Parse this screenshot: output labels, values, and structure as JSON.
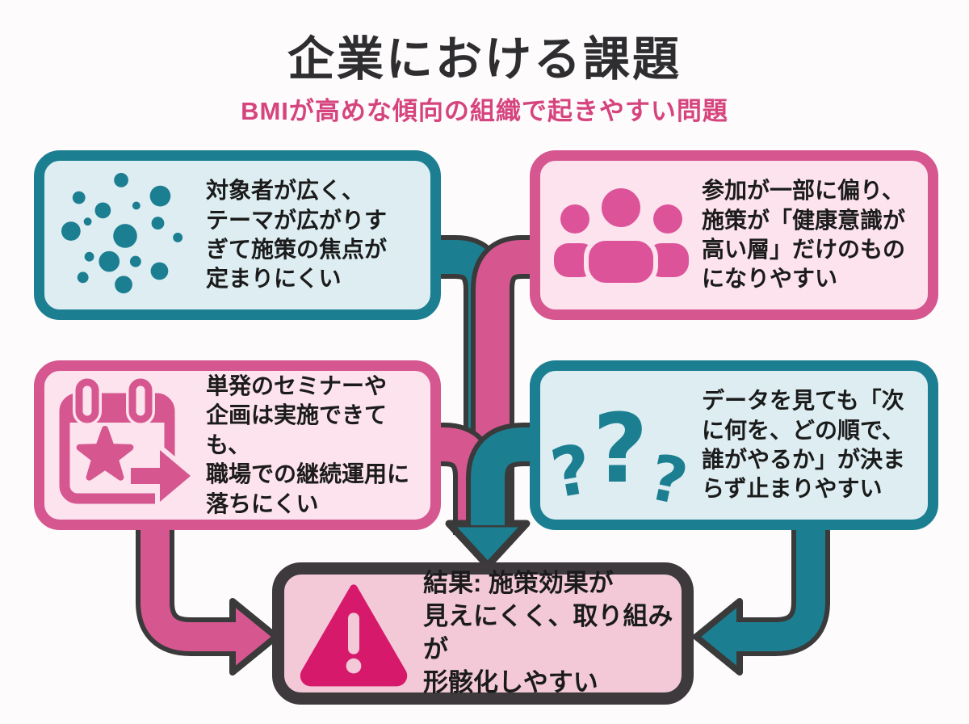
{
  "header": {
    "title": "企業における課題",
    "subtitle": "BMIが高めな傾向の組織で起きやすい問題"
  },
  "boxes": {
    "focus": {
      "icon": "scatter-dots-icon",
      "theme": "teal",
      "text": "対象者が広く、\nテーマが広がりす\nぎて施策の焦点が\n定まりにくい"
    },
    "participation": {
      "icon": "people-group-icon",
      "theme": "pink",
      "text": "参加が一部に偏り、\n施策が「健康意識が\n高い層」だけのもの\nになりやすい"
    },
    "continuity": {
      "icon": "calendar-event-icon",
      "theme": "pink",
      "text": "単発のセミナーや\n企画は実施できても、\n職場での継続運用に\n落ちにくい"
    },
    "decision": {
      "icon": "question-marks-icon",
      "theme": "teal",
      "text": "データを見ても「次\nに何を、どの順で、\n誰がやるか」が決ま\nらず止まりやすい"
    },
    "result": {
      "icon": "warning-triangle-icon",
      "theme": "result",
      "text": "結果: 施策効果が\n見えにくく、取り組みが\n形骸化しやすい"
    }
  },
  "colors": {
    "teal": "#1b7f91",
    "teal_bg": "#ddedf1",
    "pink": "#d6568f",
    "pink_bg": "#fce3ed",
    "subtitle_pink": "#d6447e",
    "result_border": "#3d393c",
    "result_bg": "#f3c9d7",
    "warning": "#d6196b",
    "arrow_outline": "#3a3a3a",
    "text": "#1b1b1b",
    "background": "#fdfbfc"
  }
}
